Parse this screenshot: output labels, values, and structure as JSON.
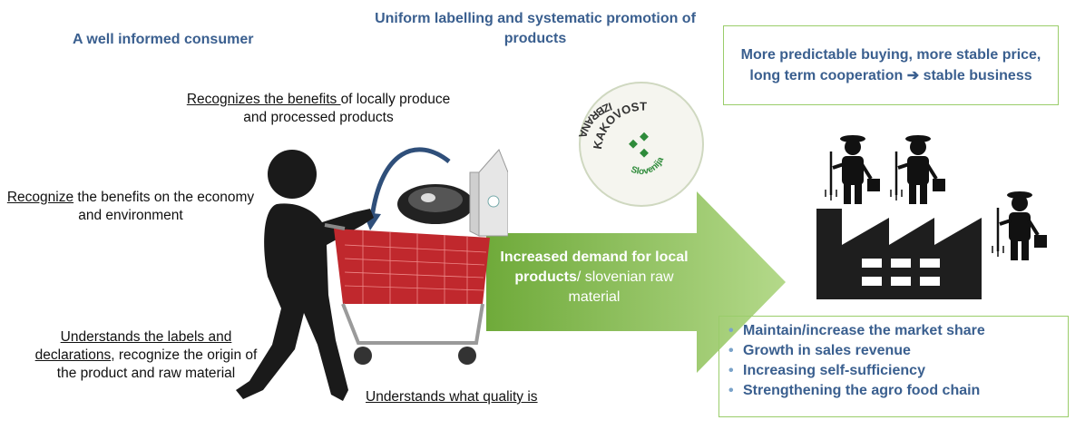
{
  "titles": {
    "consumer": "A well informed consumer",
    "labelling": "Uniform labelling and systematic promotion of products",
    "buying": "More predictable buying, more stable price, long term cooperation ➔ stable business"
  },
  "consumer_traits": {
    "recognizes_underlined": "Recognizes the benefits ",
    "recognizes_rest": "of locally produce and processed products",
    "economy_underlined": "Recognize",
    "economy_rest": " the benefits on the economy and environment",
    "labels_underlined": "Understands the labels and declarations",
    "labels_rest": ", recognize the origin of the product and raw material",
    "quality": "Understands what quality is"
  },
  "arrow": {
    "bold": "Increased demand for local products",
    "rest": "/ slovenian raw material",
    "color": "#8cc152"
  },
  "badge": {
    "line1": "KAKOVOST",
    "line2": "IZBRANA",
    "line3": "Slovenija"
  },
  "outcomes": [
    "Maintain/increase the market share",
    "Growth in sales revenue",
    "Increasing self-sufficiency",
    "Strengthening the agro food chain"
  ],
  "colors": {
    "heading_blue": "#3a5f8f",
    "box_border": "#9acd6a",
    "cart_red": "#c0282d",
    "figure": "#1a1a1a"
  },
  "icons": [
    "shopper-figure-icon",
    "shopping-cart-icon",
    "meat-package-icon",
    "milk-carton-icon",
    "quality-badge-icon",
    "factory-icon",
    "farmer-icon"
  ]
}
